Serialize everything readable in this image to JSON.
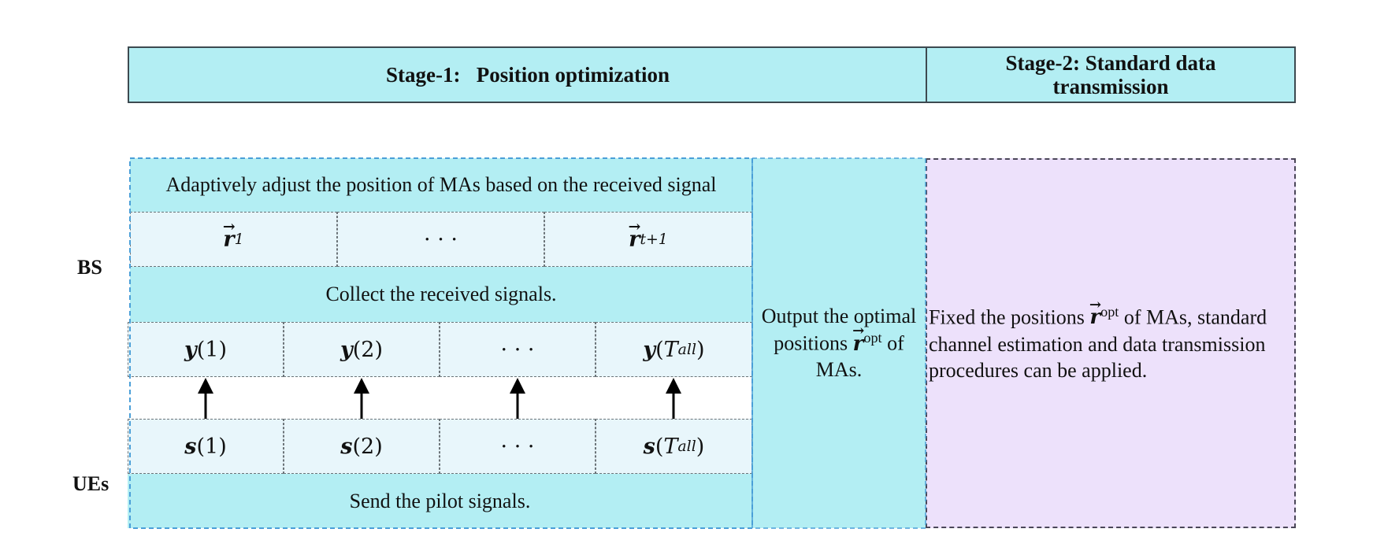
{
  "header": {
    "stage1": "Stage-1:   Position optimization",
    "stage2": "Stage-2: Standard data transmission"
  },
  "labels": {
    "bs": "BS",
    "ues": "UEs"
  },
  "bs": {
    "adjust_text": "Adaptively adjust the position of MAs based on the received signal",
    "position_cells": [
      {
        "sym": "r",
        "sub": "1"
      },
      {
        "text": "· · ·"
      },
      {
        "sym": "r",
        "sub": "t+1"
      }
    ],
    "collect_text": "Collect the received signals.",
    "received_cells": [
      {
        "sym": "y",
        "arg": "1"
      },
      {
        "sym": "y",
        "arg": "2"
      },
      {
        "text": "· · ·"
      },
      {
        "sym": "y",
        "arg_sym": "T",
        "arg_sub": "all"
      }
    ]
  },
  "ues": {
    "pilot_cells": [
      {
        "sym": "s",
        "arg": "1"
      },
      {
        "sym": "s",
        "arg": "2"
      },
      {
        "text": "· · ·"
      },
      {
        "sym": "s",
        "arg_sym": "T",
        "arg_sub": "all"
      }
    ],
    "send_text": "Send the pilot signals."
  },
  "output": {
    "line1": "Output the optimal",
    "line2_pre": "positions ",
    "sym": "r",
    "sup": "opt",
    "line2_post": " of",
    "line3": "MAs."
  },
  "stage2_body": {
    "pre": "Fixed the positions ",
    "sym": "r",
    "sup": "opt",
    "post_line1": " of MAs, standard",
    "line2": "channel estimation and data transmission",
    "line3": "procedures can be applied."
  },
  "colors": {
    "cyan": "#b3eef3",
    "light_cell": "#e8f6fb",
    "lavender": "#ede1fb",
    "border_dark": "#3d4a50",
    "border_blue": "#4a9fd8"
  }
}
